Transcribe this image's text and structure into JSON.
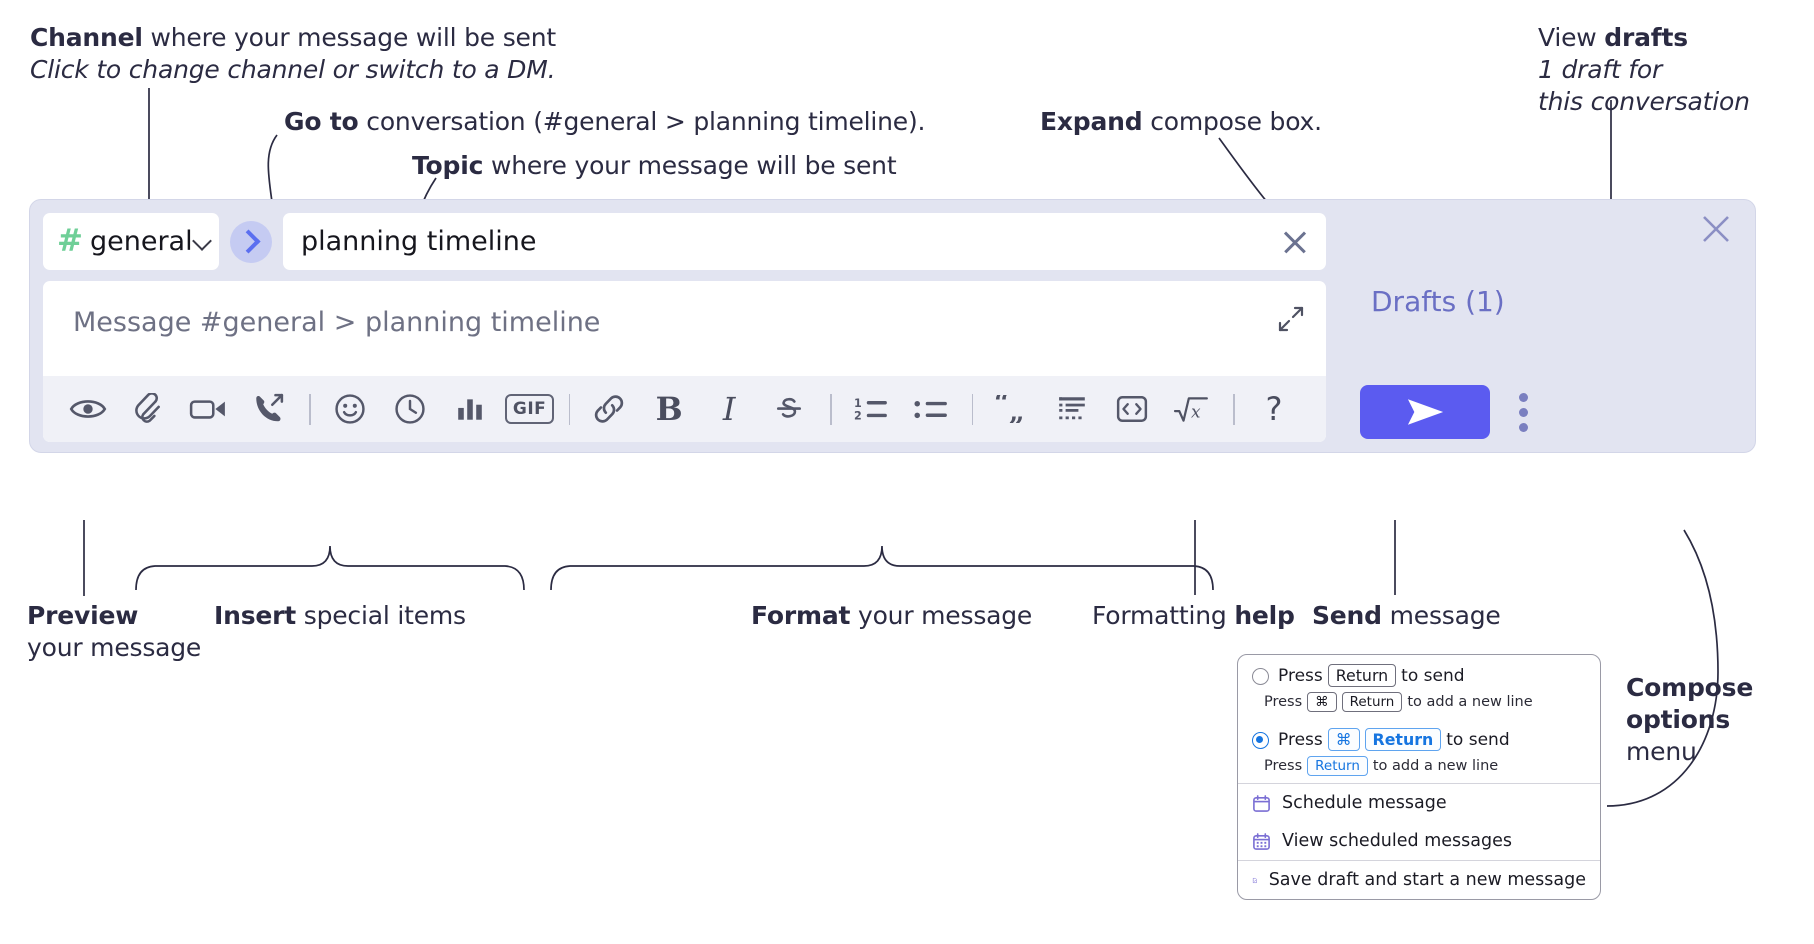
{
  "annotations": {
    "channel": {
      "bold": "Channel",
      "rest": " where your message will be sent",
      "sub": "Click to change channel or switch to a DM."
    },
    "goto": {
      "bold": "Go to",
      "rest": " conversation (#general > planning timeline)."
    },
    "topic": {
      "bold": "Topic",
      "rest": " where your message will be sent"
    },
    "expand": {
      "bold": "Expand",
      "rest": " compose box."
    },
    "drafts": {
      "lead": "View ",
      "bold": "drafts",
      "sub1": "1 draft for",
      "sub2": "this conversation"
    },
    "preview": {
      "bold": "Preview",
      "sub": "your message"
    },
    "insert": {
      "bold": "Insert",
      "rest": " special items"
    },
    "format": {
      "bold": "Format",
      "rest": " your message"
    },
    "help": {
      "lead": "Formatting ",
      "bold": "help"
    },
    "send": {
      "bold": "Send",
      "rest": " message"
    },
    "compose_options": {
      "bold1": "Compose",
      "bold2": "options",
      "rest": "menu"
    }
  },
  "compose": {
    "channel_chip": {
      "hash": "#",
      "name": "general",
      "caret": "chevron-down-icon"
    },
    "goto_button_icon": "chevron-right-icon",
    "topic": {
      "value": "planning timeline",
      "clear_icon": "close-icon"
    },
    "message": {
      "placeholder": "Message #general > planning timeline"
    },
    "expand_icon": "expand-arrows-icon",
    "drafts_label": "Drafts (1)",
    "send_icon": "paper-plane-icon",
    "options_icon": "kebab-menu-icon",
    "close_icon": "close-icon",
    "toolbar": [
      {
        "name": "preview-icon",
        "label": "",
        "kind": "svg"
      },
      {
        "name": "attachment-icon",
        "label": "",
        "kind": "svg"
      },
      {
        "name": "video-icon",
        "label": "",
        "kind": "svg"
      },
      {
        "name": "call-icon",
        "label": "",
        "kind": "svg"
      },
      {
        "name": "separator",
        "label": "",
        "kind": "sep"
      },
      {
        "name": "emoji-icon",
        "label": "",
        "kind": "svg"
      },
      {
        "name": "clock-icon",
        "label": "",
        "kind": "svg"
      },
      {
        "name": "poll-icon",
        "label": "",
        "kind": "svg"
      },
      {
        "name": "gif-icon",
        "label": "GIF",
        "kind": "gif"
      },
      {
        "name": "separator",
        "label": "",
        "kind": "sep"
      },
      {
        "name": "link-icon",
        "label": "",
        "kind": "svg"
      },
      {
        "name": "bold-icon",
        "label": "B",
        "kind": "text-b"
      },
      {
        "name": "italic-icon",
        "label": "I",
        "kind": "text-i"
      },
      {
        "name": "strikethrough-icon",
        "label": "",
        "kind": "svg"
      },
      {
        "name": "separator",
        "label": "",
        "kind": "sep"
      },
      {
        "name": "ordered-list-icon",
        "label": "",
        "kind": "svg"
      },
      {
        "name": "bulleted-list-icon",
        "label": "",
        "kind": "svg"
      },
      {
        "name": "separator",
        "label": "",
        "kind": "sep"
      },
      {
        "name": "blockquote-icon",
        "label": "",
        "kind": "svg"
      },
      {
        "name": "code-block-icon",
        "label": "",
        "kind": "svg"
      },
      {
        "name": "inline-code-icon",
        "label": "",
        "kind": "svg"
      },
      {
        "name": "math-icon",
        "label": "",
        "kind": "math"
      },
      {
        "name": "separator",
        "label": "",
        "kind": "sep"
      },
      {
        "name": "help-icon",
        "label": "?",
        "kind": "text-help"
      }
    ]
  },
  "options_menu": {
    "option1": {
      "selected": false,
      "press": "Press",
      "key1": "Return",
      "tail": "to send",
      "sub_press": "Press",
      "sub_key1": "⌘",
      "sub_key2": "Return",
      "sub_tail": "to add a new line"
    },
    "option2": {
      "selected": true,
      "press": "Press",
      "key1": "⌘",
      "key2": "Return",
      "tail": "to send",
      "sub_press": "Press",
      "sub_key1": "Return",
      "sub_tail": "to add a new line"
    },
    "items": [
      {
        "label": "Schedule message",
        "icon": "calendar-icon"
      },
      {
        "label": "View scheduled messages",
        "icon": "calendar-grid-icon"
      },
      {
        "label": "Save draft and start a new message",
        "icon": "draft-check-icon"
      }
    ]
  },
  "colors": {
    "panel_bg": "#e2e4f1",
    "send_button": "#5b5bf0",
    "hash_green": "#6fcf97",
    "goto_circle": "#c5cbf2",
    "drafts_text": "#6a6fc4",
    "toolbar_bg": "#f0f1f7",
    "radio_blue": "#1675e0"
  }
}
